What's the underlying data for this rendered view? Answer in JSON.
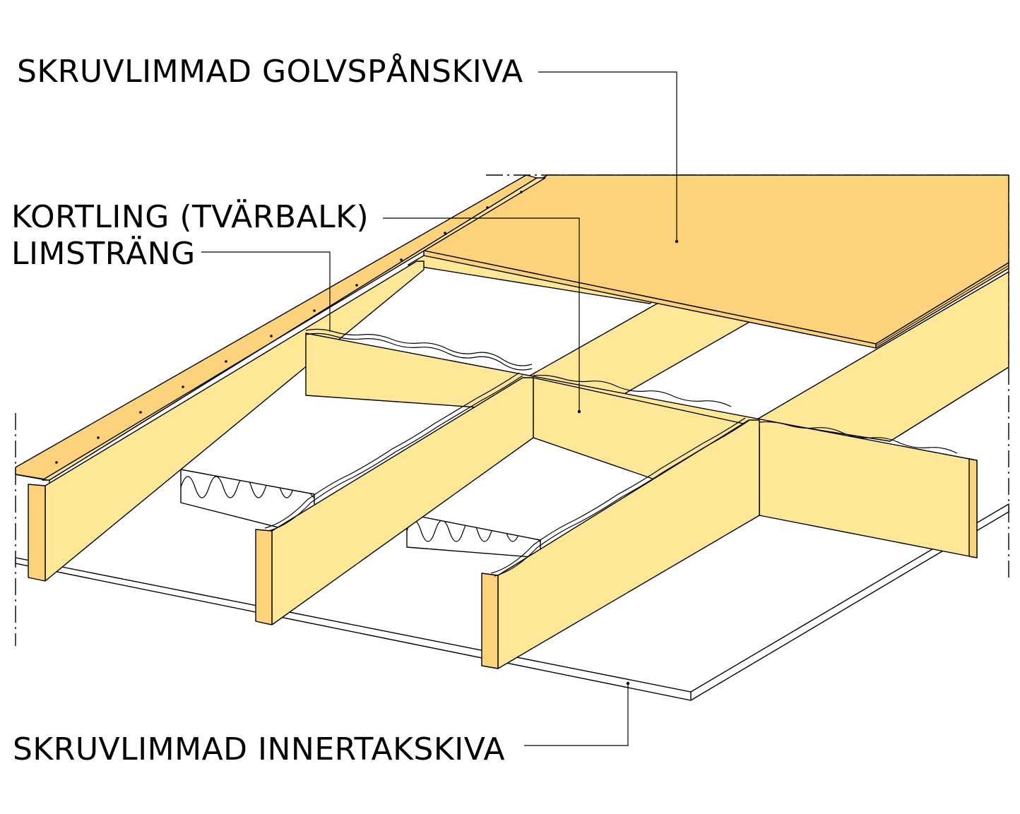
{
  "labels": {
    "floor_board": "SKRUVLIMMAD GOLVSPÅNSKIVA",
    "blocking": "KORTLING (TVÄRBALK)",
    "glue_bead": "LIMSTRÄNG",
    "ceiling_board": "SKRUVLIMMAD INNERTAKSKIVA"
  },
  "colors": {
    "floor_board": "#fdd27c",
    "joist_face": "#ffe798",
    "joist_end": "#fdd27c",
    "ceiling": "#ffffff",
    "line": "#000000"
  }
}
